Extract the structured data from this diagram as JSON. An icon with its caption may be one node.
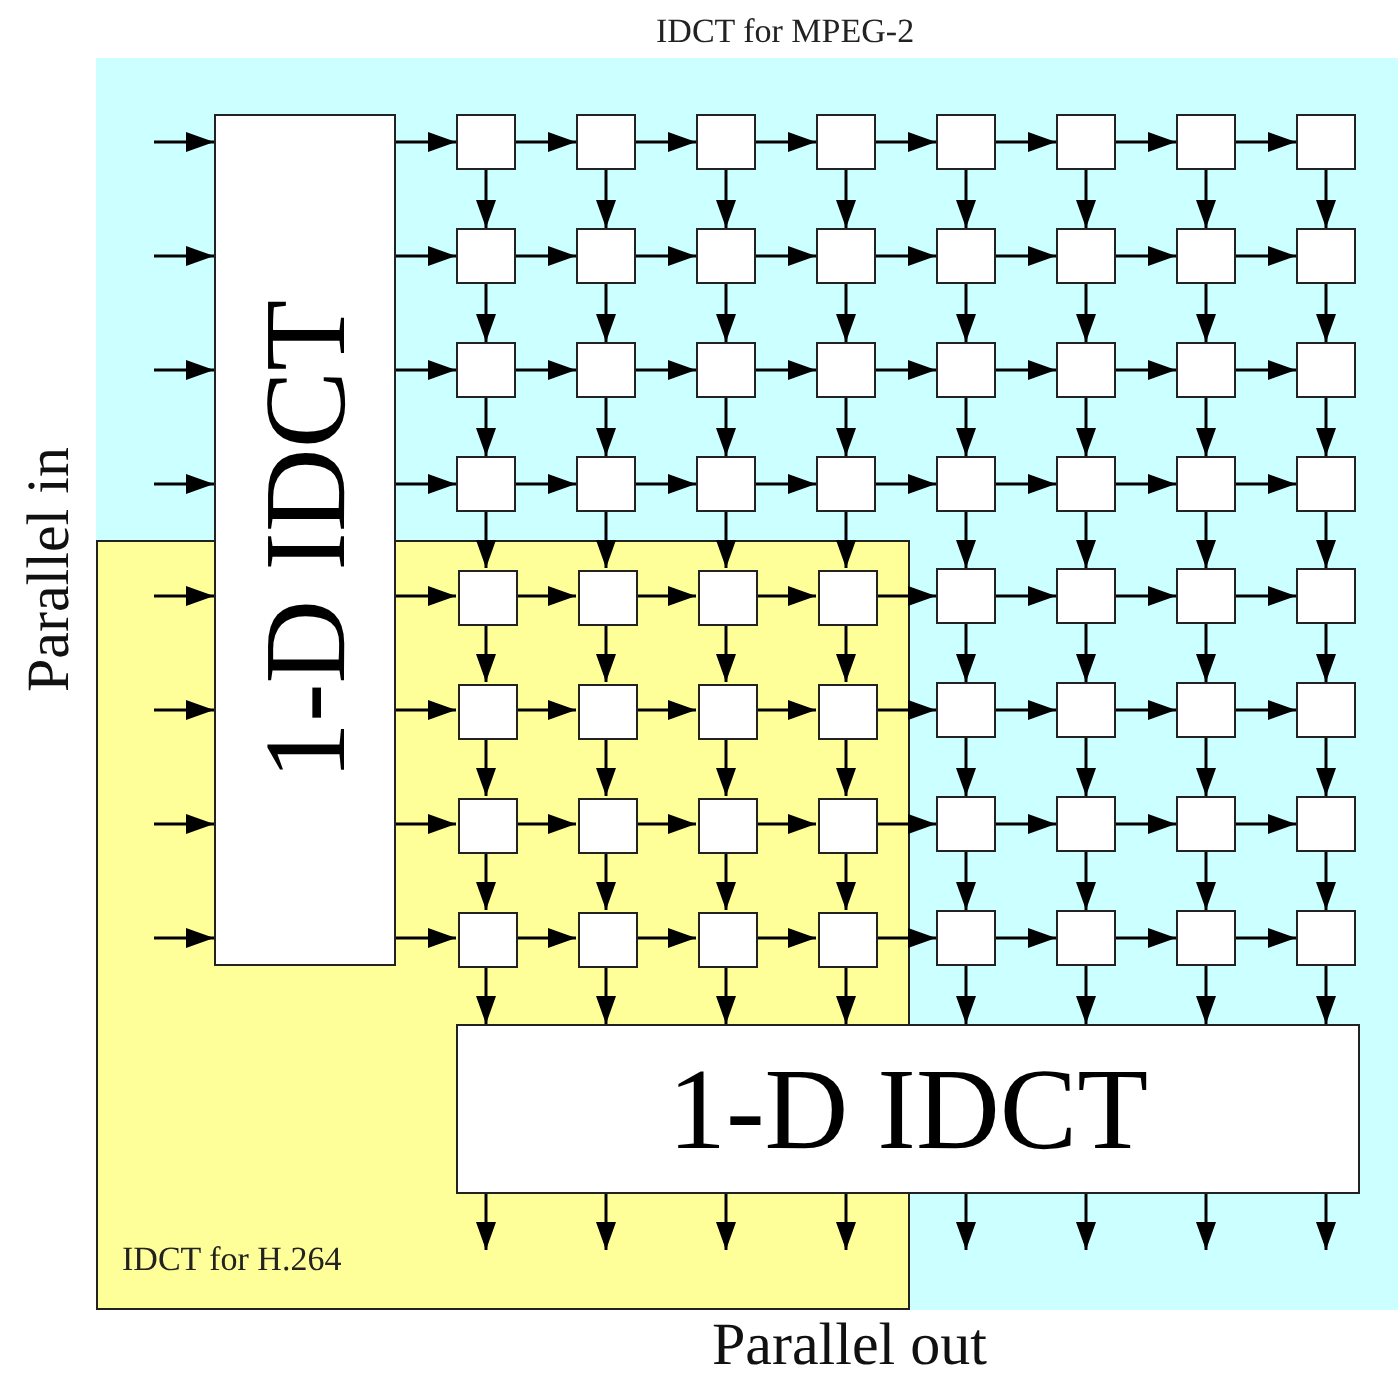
{
  "diagram": {
    "nodes": [
      {
        "text": [
          "IDCT for MPEG-2"
        ]
      },
      {
        "text": [
          "1-D IDCT"
        ],
        "in": 0
      },
      {
        "text": [
          "IDCT for H.264"
        ],
        "in": 0
      },
      {
        "text": [],
        "shape": "box",
        "in": 0
      },
      {
        "text": [],
        "shape": "box",
        "in": 0
      },
      {
        "text": [],
        "shape": "box",
        "in": 0
      },
      {
        "text": [],
        "shape": "box",
        "in": 0
      },
      {
        "text": [],
        "shape": "box",
        "in": 0
      },
      {
        "text": [],
        "shape": "box",
        "in": 0
      },
      {
        "text": [],
        "shape": "box",
        "in": 0
      },
      {
        "text": [],
        "shape": "box",
        "in": 0
      },
      {
        "text": [],
        "shape": "box",
        "in": 0
      },
      {
        "text": [],
        "shape": "box",
        "in": 0
      },
      {
        "text": [],
        "shape": "box",
        "in": 0
      },
      {
        "text": [],
        "shape": "box",
        "in": 0
      },
      {
        "text": [],
        "shape": "box",
        "in": 0
      },
      {
        "text": [],
        "shape": "box",
        "in": 0
      },
      {
        "text": [],
        "shape": "box",
        "in": 0
      },
      {
        "text": [],
        "shape": "box",
        "in": 0
      },
      {
        "text": [],
        "shape": "box",
        "in": 0
      },
      {
        "text": [],
        "shape": "box",
        "in": 0
      },
      {
        "text": [],
        "shape": "box",
        "in": 0
      },
      {
        "text": [],
        "shape": "box",
        "in": 0
      },
      {
        "text": [],
        "shape": "box",
        "in": 0
      },
      {
        "text": [],
        "shape": "box",
        "in": 0
      },
      {
        "text": [],
        "shape": "box",
        "in": 0
      },
      {
        "text": [],
        "shape": "box",
        "in": 0
      },
      {
        "text": [],
        "shape": "box",
        "in": 0
      },
      {
        "text": [],
        "shape": "box",
        "in": 0
      },
      {
        "text": [],
        "shape": "box",
        "in": 0
      },
      {
        "text": [],
        "shape": "box",
        "in": 0
      },
      {
        "text": [],
        "shape": "box",
        "in": 0
      },
      {
        "text": [],
        "shape": "box",
        "in": 0
      },
      {
        "text": [],
        "shape": "box",
        "in": 0
      },
      {
        "text": [],
        "shape": "box",
        "in": 0
      },
      {
        "text": [],
        "shape": "box",
        "in": 2
      },
      {
        "text": [],
        "shape": "box",
        "in": 2
      },
      {
        "text": [],
        "shape": "box",
        "in": 2
      },
      {
        "text": [],
        "shape": "box",
        "in": 2
      },
      {
        "text": [],
        "shape": "box",
        "in": 0
      },
      {
        "text": [],
        "shape": "box",
        "in": 0
      },
      {
        "text": [],
        "shape": "box",
        "in": 0
      },
      {
        "text": [],
        "shape": "box",
        "in": 0
      },
      {
        "text": [],
        "shape": "box",
        "in": 2
      },
      {
        "text": [],
        "shape": "box",
        "in": 2
      },
      {
        "text": [],
        "shape": "box",
        "in": 2
      },
      {
        "text": [],
        "shape": "box",
        "in": 2
      },
      {
        "text": [],
        "shape": "box",
        "in": 0
      },
      {
        "text": [],
        "shape": "box",
        "in": 0
      },
      {
        "text": [],
        "shape": "box",
        "in": 0
      },
      {
        "text": [],
        "shape": "box",
        "in": 0
      },
      {
        "text": [],
        "shape": "box",
        "in": 2
      },
      {
        "text": [],
        "shape": "box",
        "in": 2
      },
      {
        "text": [],
        "shape": "box",
        "in": 2
      },
      {
        "text": [],
        "shape": "box",
        "in": 2
      },
      {
        "text": [],
        "shape": "box",
        "in": 0
      },
      {
        "text": [],
        "shape": "box",
        "in": 0
      },
      {
        "text": [],
        "shape": "box",
        "in": 0
      },
      {
        "text": [],
        "shape": "box",
        "in": 0
      },
      {
        "text": [],
        "shape": "box",
        "in": 2
      },
      {
        "text": [],
        "shape": "box",
        "in": 2
      },
      {
        "text": [],
        "shape": "box",
        "in": 2
      },
      {
        "text": [],
        "shape": "box",
        "in": 2
      },
      {
        "text": [],
        "shape": "box",
        "in": 0
      },
      {
        "text": [],
        "shape": "box",
        "in": 0
      },
      {
        "text": [],
        "shape": "box",
        "in": 0
      },
      {
        "text": [],
        "shape": "box",
        "in": 0
      },
      {
        "text": [
          "1-D IDCT"
        ],
        "in": 0
      }
    ],
    "edges": [
      {
        "from": null,
        "to": 1,
        "arrow": "to"
      },
      {
        "from": null,
        "to": 1,
        "arrow": "to"
      },
      {
        "from": null,
        "to": 1,
        "arrow": "to"
      },
      {
        "from": null,
        "to": 1,
        "arrow": "to"
      },
      {
        "from": null,
        "to": 1,
        "arrow": "to"
      },
      {
        "from": null,
        "to": 1,
        "arrow": "to"
      },
      {
        "from": null,
        "to": 1,
        "arrow": "to"
      },
      {
        "from": null,
        "to": 1,
        "arrow": "to"
      },
      {
        "from": 1,
        "to": 3,
        "arrow": "to"
      },
      {
        "from": 1,
        "to": 11,
        "arrow": "to"
      },
      {
        "from": 1,
        "to": 19,
        "arrow": "to"
      },
      {
        "from": 1,
        "to": 27,
        "arrow": "to"
      },
      {
        "from": 1,
        "to": 35,
        "arrow": "to"
      },
      {
        "from": 1,
        "to": 43,
        "arrow": "to"
      },
      {
        "from": 1,
        "to": 51,
        "arrow": "to"
      },
      {
        "from": 1,
        "to": 59,
        "arrow": "to"
      },
      {
        "from": 3,
        "to": 4,
        "arrow": "to"
      },
      {
        "from": 4,
        "to": 5,
        "arrow": "to"
      },
      {
        "from": 5,
        "to": 6,
        "arrow": "to"
      },
      {
        "from": 6,
        "to": 7,
        "arrow": "to"
      },
      {
        "from": 7,
        "to": 8,
        "arrow": "to"
      },
      {
        "from": 8,
        "to": 9,
        "arrow": "to"
      },
      {
        "from": 9,
        "to": 10,
        "arrow": "to"
      },
      {
        "from": 11,
        "to": 12,
        "arrow": "to"
      },
      {
        "from": 12,
        "to": 13,
        "arrow": "to"
      },
      {
        "from": 13,
        "to": 14,
        "arrow": "to"
      },
      {
        "from": 14,
        "to": 15,
        "arrow": "to"
      },
      {
        "from": 15,
        "to": 16,
        "arrow": "to"
      },
      {
        "from": 16,
        "to": 17,
        "arrow": "to"
      },
      {
        "from": 17,
        "to": 18,
        "arrow": "to"
      },
      {
        "from": 19,
        "to": 20,
        "arrow": "to"
      },
      {
        "from": 20,
        "to": 21,
        "arrow": "to"
      },
      {
        "from": 21,
        "to": 22,
        "arrow": "to"
      },
      {
        "from": 22,
        "to": 23,
        "arrow": "to"
      },
      {
        "from": 23,
        "to": 24,
        "arrow": "to"
      },
      {
        "from": 24,
        "to": 25,
        "arrow": "to"
      },
      {
        "from": 25,
        "to": 26,
        "arrow": "to"
      },
      {
        "from": 27,
        "to": 28,
        "arrow": "to"
      },
      {
        "from": 28,
        "to": 29,
        "arrow": "to"
      },
      {
        "from": 29,
        "to": 30,
        "arrow": "to"
      },
      {
        "from": 30,
        "to": 31,
        "arrow": "to"
      },
      {
        "from": 31,
        "to": 32,
        "arrow": "to"
      },
      {
        "from": 32,
        "to": 33,
        "arrow": "to"
      },
      {
        "from": 33,
        "to": 34,
        "arrow": "to"
      },
      {
        "from": 35,
        "to": 36,
        "arrow": "to"
      },
      {
        "from": 36,
        "to": 37,
        "arrow": "to"
      },
      {
        "from": 37,
        "to": 38,
        "arrow": "to"
      },
      {
        "from": 38,
        "to": 39,
        "arrow": "to"
      },
      {
        "from": 39,
        "to": 40,
        "arrow": "to"
      },
      {
        "from": 40,
        "to": 41,
        "arrow": "to"
      },
      {
        "from": 41,
        "to": 42,
        "arrow": "to"
      },
      {
        "from": 43,
        "to": 44,
        "arrow": "to"
      },
      {
        "from": 44,
        "to": 45,
        "arrow": "to"
      },
      {
        "from": 45,
        "to": 46,
        "arrow": "to"
      },
      {
        "from": 46,
        "to": 47,
        "arrow": "to"
      },
      {
        "from": 47,
        "to": 48,
        "arrow": "to"
      },
      {
        "from": 48,
        "to": 49,
        "arrow": "to"
      },
      {
        "from": 49,
        "to": 50,
        "arrow": "to"
      },
      {
        "from": 51,
        "to": 52,
        "arrow": "to"
      },
      {
        "from": 52,
        "to": 53,
        "arrow": "to"
      },
      {
        "from": 53,
        "to": 54,
        "arrow": "to"
      },
      {
        "from": 54,
        "to": 55,
        "arrow": "to"
      },
      {
        "from": 55,
        "to": 56,
        "arrow": "to"
      },
      {
        "from": 56,
        "to": 57,
        "arrow": "to"
      },
      {
        "from": 57,
        "to": 58,
        "arrow": "to"
      },
      {
        "from": 59,
        "to": 60,
        "arrow": "to"
      },
      {
        "from": 60,
        "to": 61,
        "arrow": "to"
      },
      {
        "from": 61,
        "to": 62,
        "arrow": "to"
      },
      {
        "from": 62,
        "to": 63,
        "arrow": "to"
      },
      {
        "from": 63,
        "to": 64,
        "arrow": "to"
      },
      {
        "from": 64,
        "to": 65,
        "arrow": "to"
      },
      {
        "from": 65,
        "to": 66,
        "arrow": "to"
      },
      {
        "from": 3,
        "to": 11,
        "arrow": "to"
      },
      {
        "from": 4,
        "to": 12,
        "arrow": "to"
      },
      {
        "from": 5,
        "to": 13,
        "arrow": "to"
      },
      {
        "from": 6,
        "to": 14,
        "arrow": "to"
      },
      {
        "from": 7,
        "to": 15,
        "arrow": "to"
      },
      {
        "from": 8,
        "to": 16,
        "arrow": "to"
      },
      {
        "from": 9,
        "to": 17,
        "arrow": "to"
      },
      {
        "from": 10,
        "to": 18,
        "arrow": "to"
      },
      {
        "from": 11,
        "to": 19,
        "arrow": "to"
      },
      {
        "from": 12,
        "to": 20,
        "arrow": "to"
      },
      {
        "from": 13,
        "to": 21,
        "arrow": "to"
      },
      {
        "from": 14,
        "to": 22,
        "arrow": "to"
      },
      {
        "from": 15,
        "to": 23,
        "arrow": "to"
      },
      {
        "from": 16,
        "to": 24,
        "arrow": "to"
      },
      {
        "from": 17,
        "to": 25,
        "arrow": "to"
      },
      {
        "from": 18,
        "to": 26,
        "arrow": "to"
      },
      {
        "from": 19,
        "to": 27,
        "arrow": "to"
      },
      {
        "from": 20,
        "to": 28,
        "arrow": "to"
      },
      {
        "from": 21,
        "to": 29,
        "arrow": "to"
      },
      {
        "from": 22,
        "to": 30,
        "arrow": "to"
      },
      {
        "from": 23,
        "to": 31,
        "arrow": "to"
      },
      {
        "from": 24,
        "to": 32,
        "arrow": "to"
      },
      {
        "from": 25,
        "to": 33,
        "arrow": "to"
      },
      {
        "from": 26,
        "to": 34,
        "arrow": "to"
      },
      {
        "from": 27,
        "to": 35,
        "arrow": "to"
      },
      {
        "from": 28,
        "to": 36,
        "arrow": "to"
      },
      {
        "from": 29,
        "to": 37,
        "arrow": "to"
      },
      {
        "from": 30,
        "to": 38,
        "arrow": "to"
      },
      {
        "from": 31,
        "to": 39,
        "arrow": "to"
      },
      {
        "from": 32,
        "to": 40,
        "arrow": "to"
      },
      {
        "from": 33,
        "to": 41,
        "arrow": "to"
      },
      {
        "from": 34,
        "to": 42,
        "arrow": "to"
      },
      {
        "from": 35,
        "to": 43,
        "arrow": "to"
      },
      {
        "from": 36,
        "to": 44,
        "arrow": "to"
      },
      {
        "from": 37,
        "to": 45,
        "arrow": "to"
      },
      {
        "from": 38,
        "to": 46,
        "arrow": "to"
      },
      {
        "from": 39,
        "to": 47,
        "arrow": "to"
      },
      {
        "from": 40,
        "to": 48,
        "arrow": "to"
      },
      {
        "from": 41,
        "to": 49,
        "arrow": "to"
      },
      {
        "from": 42,
        "to": 50,
        "arrow": "to"
      },
      {
        "from": 43,
        "to": 51,
        "arrow": "to"
      },
      {
        "from": 44,
        "to": 52,
        "arrow": "to"
      },
      {
        "from": 45,
        "to": 53,
        "arrow": "to"
      },
      {
        "from": 46,
        "to": 54,
        "arrow": "to"
      },
      {
        "from": 47,
        "to": 55,
        "arrow": "to"
      },
      {
        "from": 48,
        "to": 56,
        "arrow": "to"
      },
      {
        "from": 49,
        "to": 57,
        "arrow": "to"
      },
      {
        "from": 50,
        "to": 58,
        "arrow": "to"
      },
      {
        "from": 51,
        "to": 59,
        "arrow": "to"
      },
      {
        "from": 52,
        "to": 60,
        "arrow": "to"
      },
      {
        "from": 53,
        "to": 61,
        "arrow": "to"
      },
      {
        "from": 54,
        "to": 62,
        "arrow": "to"
      },
      {
        "from": 55,
        "to": 63,
        "arrow": "to"
      },
      {
        "from": 56,
        "to": 64,
        "arrow": "to"
      },
      {
        "from": 57,
        "to": 65,
        "arrow": "to"
      },
      {
        "from": 58,
        "to": 66,
        "arrow": "to"
      },
      {
        "from": 59,
        "to": 67,
        "arrow": "to"
      },
      {
        "from": 60,
        "to": 67,
        "arrow": "to"
      },
      {
        "from": 61,
        "to": 67,
        "arrow": "to"
      },
      {
        "from": 62,
        "to": 67,
        "arrow": "to"
      },
      {
        "from": 63,
        "to": 67,
        "arrow": "to"
      },
      {
        "from": 64,
        "to": 67,
        "arrow": "to"
      },
      {
        "from": 65,
        "to": 67,
        "arrow": "to"
      },
      {
        "from": 66,
        "to": 67,
        "arrow": "to"
      },
      {
        "from": 67,
        "to": null,
        "arrow": "to"
      },
      {
        "from": 67,
        "to": null,
        "arrow": "to"
      },
      {
        "from": 67,
        "to": null,
        "arrow": "to"
      },
      {
        "from": 67,
        "to": null,
        "arrow": "to"
      },
      {
        "from": 67,
        "to": null,
        "arrow": "to"
      },
      {
        "from": 67,
        "to": null,
        "arrow": "to"
      },
      {
        "from": 67,
        "to": null,
        "arrow": "to"
      },
      {
        "from": 67,
        "to": null,
        "arrow": "to"
      }
    ],
    "labels": [
      "Parallel in",
      "Parallel out"
    ]
  }
}
